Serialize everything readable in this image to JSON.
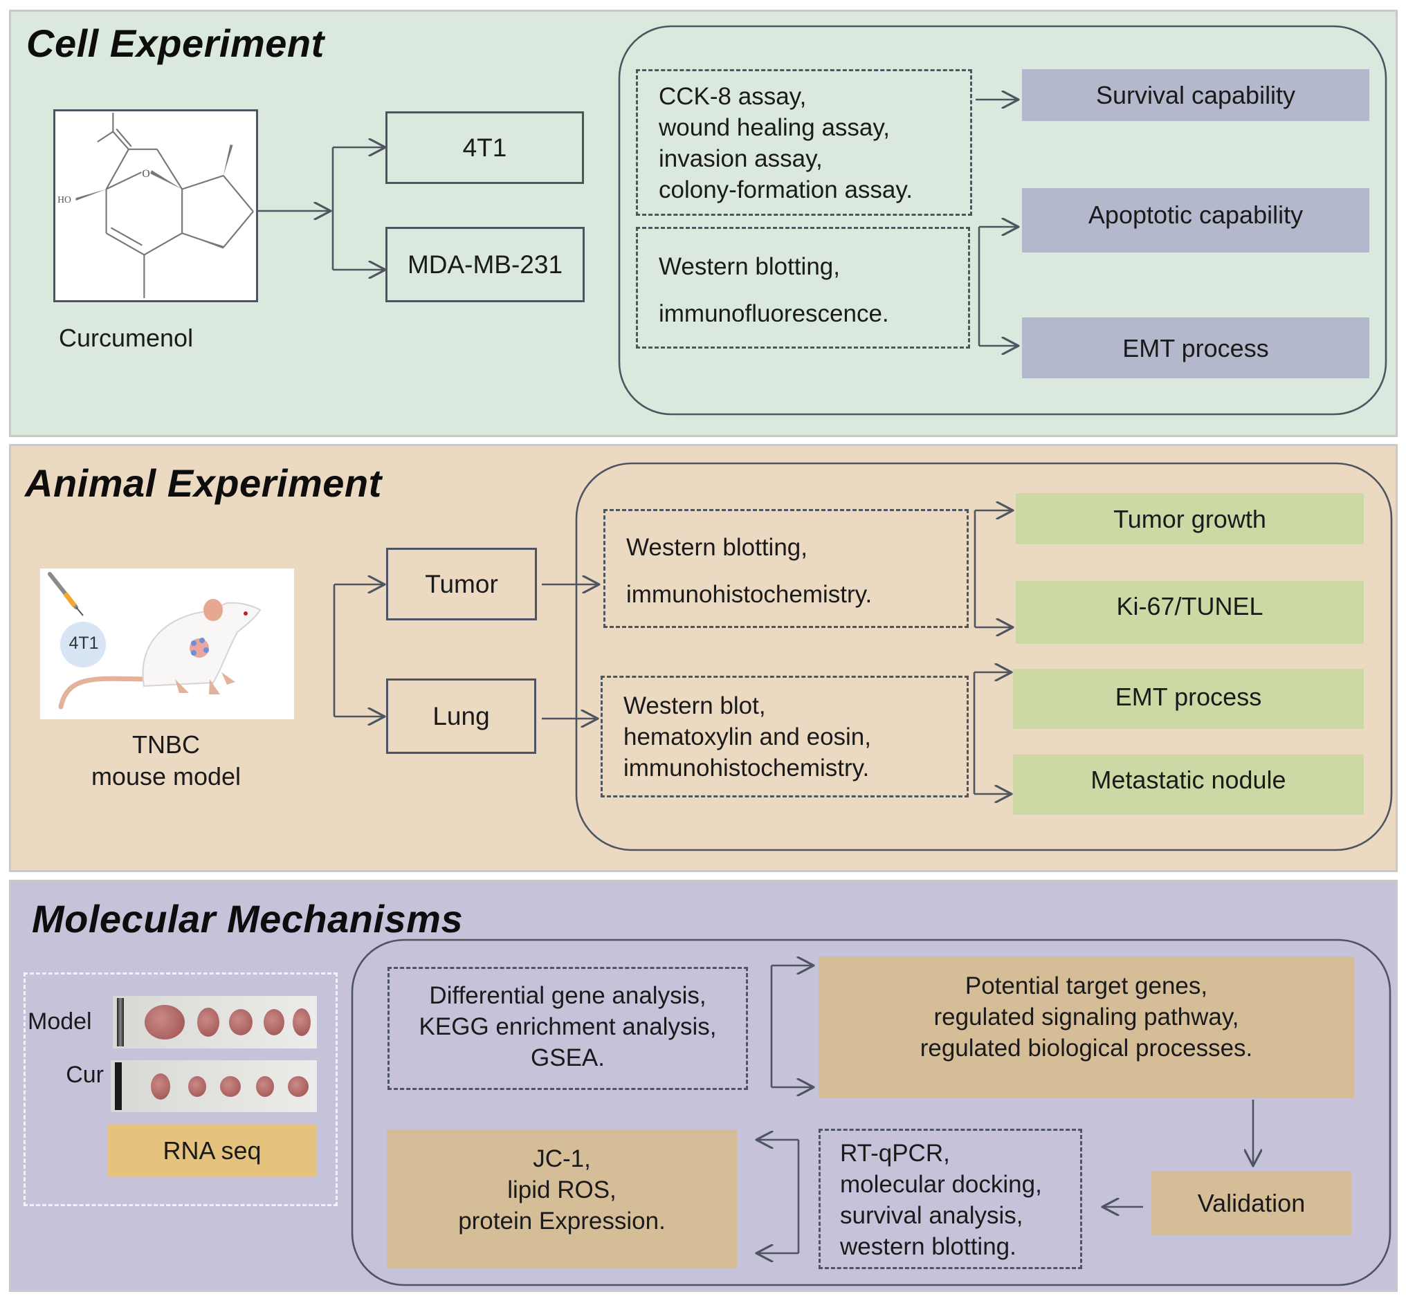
{
  "sections": {
    "cell": {
      "title": "Cell Experiment",
      "compound_label": "Curcumenol",
      "structure_atoms": {
        "hydroxyl": "HO",
        "oxygen": "O"
      },
      "cell_lines": [
        "4T1",
        "MDA-MB-231"
      ],
      "methods": [
        {
          "lines": [
            "CCK-8 assay,",
            "wound healing assay,",
            "invasion assay,",
            "colony-formation assay."
          ]
        },
        {
          "lines": [
            "Western blotting,",
            "immunofluorescence."
          ]
        }
      ],
      "outcomes": [
        "Survival capability",
        "Apoptotic capability",
        "EMT process"
      ]
    },
    "animal": {
      "title": "Animal Experiment",
      "model_label": [
        "TNBC",
        "mouse model"
      ],
      "cell_badge": "4T1",
      "tissues": [
        "Tumor",
        "Lung"
      ],
      "methods": [
        {
          "lines": [
            "Western blotting,",
            "immunohistochemistry."
          ]
        },
        {
          "lines": [
            "Western blot,",
            "hematoxylin and eosin,",
            "immunohistochemistry."
          ]
        }
      ],
      "outcomes": [
        "Tumor growth",
        "Ki-67/TUNEL",
        "EMT process",
        "Metastatic nodule"
      ]
    },
    "molecular": {
      "title": "Molecular Mechanisms",
      "groups": [
        "Model",
        "Cur"
      ],
      "rna_label": "RNA seq",
      "analysis": [
        "Differential gene analysis,",
        "KEGG enrichment analysis,",
        "GSEA."
      ],
      "targets": [
        "Potential target genes,",
        "regulated signaling pathway,",
        "regulated biological processes."
      ],
      "validation": "Validation",
      "validation_methods": [
        "RT-qPCR,",
        "molecular docking,",
        "survival analysis,",
        "western blotting."
      ],
      "assays": [
        "JC-1,",
        "lipid ROS,",
        "protein Expression."
      ]
    }
  },
  "colors": {
    "cell_bg": "#dae8de",
    "animal_bg": "#ebd9c2",
    "molecular_bg": "#c5c2da",
    "cell_outcome": "#b4b8cc",
    "animal_outcome": "#cdd9a5",
    "molecular_box": "#d5bd98",
    "rna_seq": "#e5c37e",
    "line": "#4d5660"
  }
}
